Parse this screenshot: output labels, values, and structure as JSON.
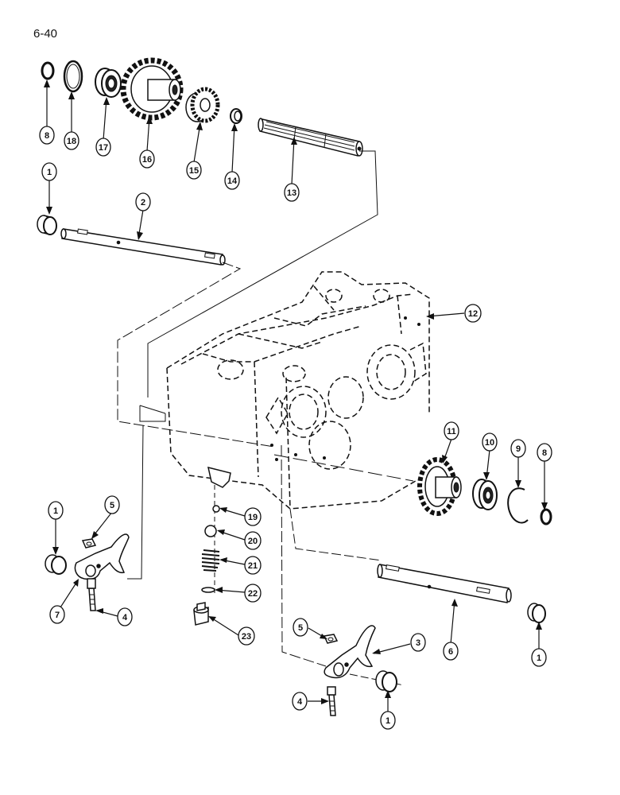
{
  "page": {
    "number": "6-40"
  },
  "callouts": [
    {
      "id": "c8a",
      "label": "8"
    },
    {
      "id": "c18",
      "label": "18"
    },
    {
      "id": "c17",
      "label": "17"
    },
    {
      "id": "c16",
      "label": "16"
    },
    {
      "id": "c15",
      "label": "15"
    },
    {
      "id": "c14",
      "label": "14"
    },
    {
      "id": "c13",
      "label": "13"
    },
    {
      "id": "c1a",
      "label": "1"
    },
    {
      "id": "c2",
      "label": "2"
    },
    {
      "id": "c12",
      "label": "12"
    },
    {
      "id": "c11",
      "label": "11"
    },
    {
      "id": "c10",
      "label": "10"
    },
    {
      "id": "c9",
      "label": "9"
    },
    {
      "id": "c8b",
      "label": "8"
    },
    {
      "id": "c1b",
      "label": "1"
    },
    {
      "id": "c5a",
      "label": "5"
    },
    {
      "id": "c19",
      "label": "19"
    },
    {
      "id": "c20",
      "label": "20"
    },
    {
      "id": "c21",
      "label": "21"
    },
    {
      "id": "c22",
      "label": "22"
    },
    {
      "id": "c23",
      "label": "23"
    },
    {
      "id": "c7",
      "label": "7"
    },
    {
      "id": "c4a",
      "label": "4"
    },
    {
      "id": "c5b",
      "label": "5"
    },
    {
      "id": "c3",
      "label": "3"
    },
    {
      "id": "c6",
      "label": "6"
    },
    {
      "id": "c1c",
      "label": "1"
    },
    {
      "id": "c4b",
      "label": "4"
    },
    {
      "id": "c1d",
      "label": "1"
    }
  ]
}
